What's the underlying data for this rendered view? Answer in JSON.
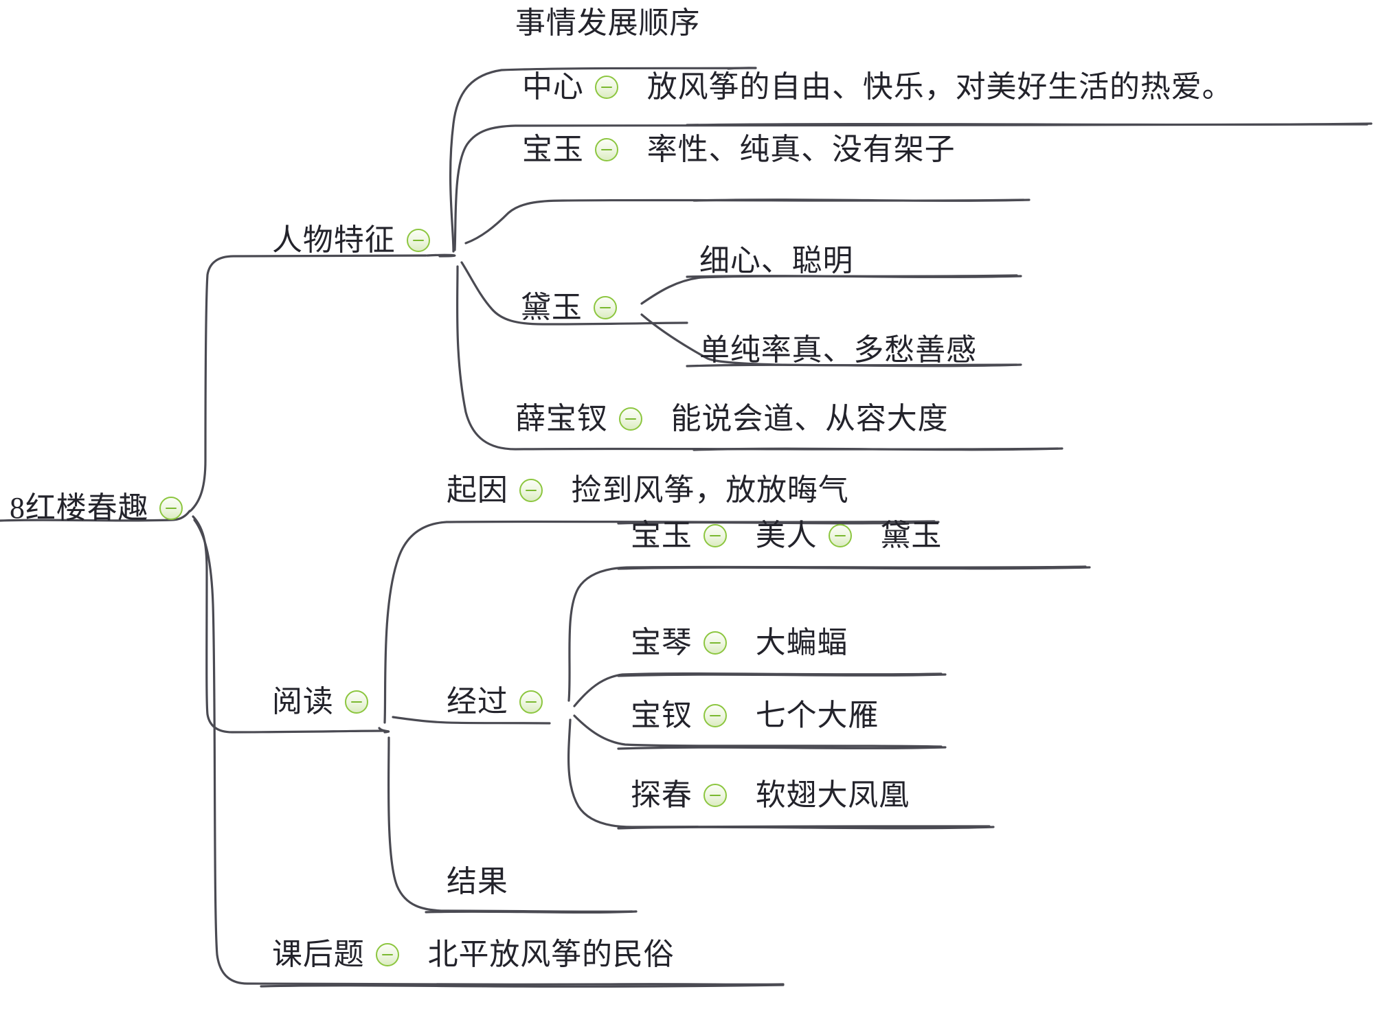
{
  "meta": {
    "diagram_type": "mind-map",
    "title": "8红楼春趣",
    "background_color": "#ffffff",
    "line_color": "#4a4a52",
    "text_color": "#23232b",
    "toggle_color": "#8cc63f"
  },
  "icons": {
    "collapse": "collapse-toggle-icon"
  },
  "root": {
    "label": "8红楼春趣",
    "has_toggle": true
  },
  "nodes": {
    "renwu_tezheng": {
      "label": "人物特征",
      "has_toggle": true
    },
    "shiqing_fazhan": {
      "label": "事情发展顺序",
      "has_toggle": false
    },
    "zhongxin": {
      "label": "中心",
      "has_toggle": true
    },
    "zhongxin_desc": {
      "label": "放风筝的自由、快乐，对美好生活的热爱。",
      "has_toggle": false
    },
    "baoyu": {
      "label": "宝玉",
      "has_toggle": true
    },
    "baoyu_desc": {
      "label": "率性、纯真、没有架子",
      "has_toggle": false
    },
    "daiyu": {
      "label": "黛玉",
      "has_toggle": true
    },
    "daiyu_desc1": {
      "label": "细心、聪明",
      "has_toggle": false
    },
    "daiyu_desc2": {
      "label": "单纯率真、多愁善感",
      "has_toggle": false
    },
    "xuebaochai": {
      "label": "薛宝钗",
      "has_toggle": true
    },
    "xuebaochai_desc": {
      "label": "能说会道、从容大度",
      "has_toggle": false
    },
    "yuedu": {
      "label": "阅读",
      "has_toggle": true
    },
    "qiyin": {
      "label": "起因",
      "has_toggle": true
    },
    "qiyin_desc": {
      "label": "捡到风筝，放放晦气",
      "has_toggle": false
    },
    "jingguo": {
      "label": "经过",
      "has_toggle": true
    },
    "jg_baoyu": {
      "label": "宝玉",
      "has_toggle": true
    },
    "jg_meiren": {
      "label": "美人",
      "has_toggle": true
    },
    "jg_daiyu": {
      "label": "黛玉",
      "has_toggle": false
    },
    "jg_baoqin": {
      "label": "宝琴",
      "has_toggle": true
    },
    "jg_baoqin_desc": {
      "label": "大蝙蝠",
      "has_toggle": false
    },
    "jg_baochai": {
      "label": "宝钗",
      "has_toggle": true
    },
    "jg_baochai_desc": {
      "label": "七个大雁",
      "has_toggle": false
    },
    "jg_tanchun": {
      "label": "探春",
      "has_toggle": true
    },
    "jg_tanchun_desc": {
      "label": "软翅大凤凰",
      "has_toggle": false
    },
    "jieguo": {
      "label": "结果",
      "has_toggle": false
    },
    "kehouti": {
      "label": "课后题",
      "has_toggle": true
    },
    "kehouti_desc": {
      "label": "北平放风筝的民俗",
      "has_toggle": false
    }
  },
  "outline": [
    {
      "label": "8红楼春趣",
      "children": [
        {
          "label": "人物特征",
          "children": [
            {
              "label": "事情发展顺序"
            },
            {
              "label": "中心",
              "children": [
                {
                  "label": "放风筝的自由、快乐，对美好生活的热爱。"
                }
              ]
            },
            {
              "label": "宝玉",
              "children": [
                {
                  "label": "率性、纯真、没有架子"
                }
              ]
            },
            {
              "label": "黛玉",
              "children": [
                {
                  "label": "细心、聪明"
                },
                {
                  "label": "单纯率真、多愁善感"
                }
              ]
            },
            {
              "label": "薛宝钗",
              "children": [
                {
                  "label": "能说会道、从容大度"
                }
              ]
            }
          ]
        },
        {
          "label": "阅读",
          "children": [
            {
              "label": "起因",
              "children": [
                {
                  "label": "捡到风筝，放放晦气"
                }
              ]
            },
            {
              "label": "经过",
              "children": [
                {
                  "label": "宝玉",
                  "children": [
                    {
                      "label": "美人",
                      "children": [
                        {
                          "label": "黛玉"
                        }
                      ]
                    }
                  ]
                },
                {
                  "label": "宝琴",
                  "children": [
                    {
                      "label": "大蝙蝠"
                    }
                  ]
                },
                {
                  "label": "宝钗",
                  "children": [
                    {
                      "label": "七个大雁"
                    }
                  ]
                },
                {
                  "label": "探春",
                  "children": [
                    {
                      "label": "软翅大凤凰"
                    }
                  ]
                }
              ]
            },
            {
              "label": "结果"
            }
          ]
        },
        {
          "label": "课后题",
          "children": [
            {
              "label": "北平放风筝的民俗"
            }
          ]
        }
      ]
    }
  ]
}
